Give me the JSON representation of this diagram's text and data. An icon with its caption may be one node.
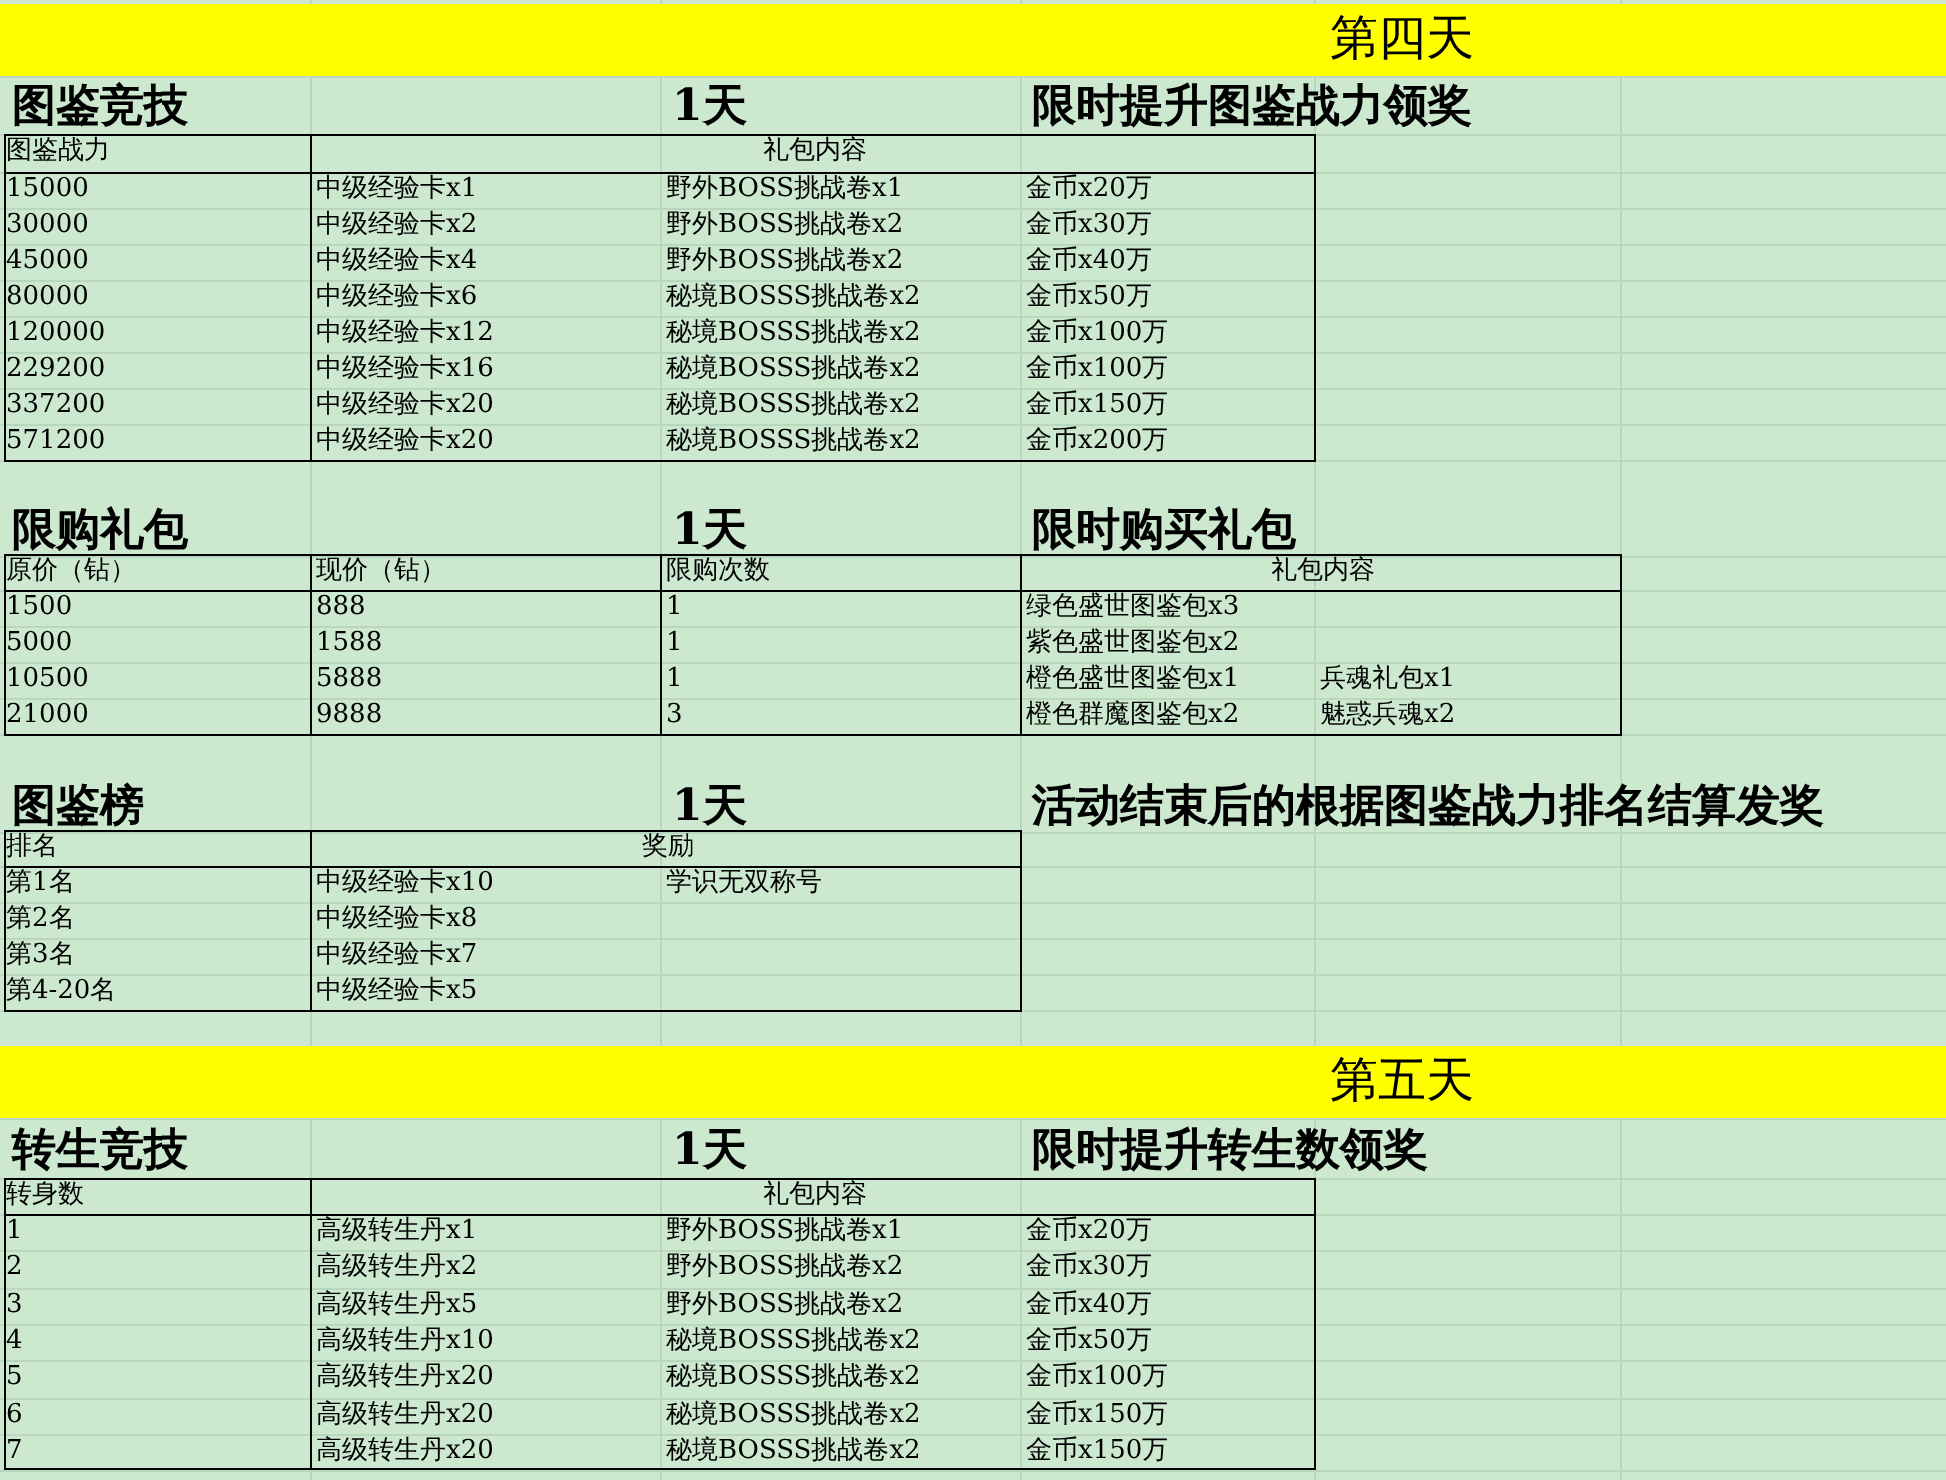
{
  "diagram": {
    "labels": [
      "第四天",
      "图鉴竞技",
      "1天",
      "限时提升图鉴战力领奖",
      "图鉴战力",
      "礼包内容",
      "15000",
      "中级经验卡x1",
      "野外BOSS挑战卷x1",
      "金币x20万",
      "30000",
      "中级经验卡x2",
      "野外BOSS挑战卷x2",
      "金币x30万",
      "45000",
      "中级经验卡x4",
      "野外BOSS挑战卷x2",
      "金币x40万",
      "80000",
      "中级经验卡x6",
      "秘境BOSSS挑战卷x2",
      "金币x50万",
      "120000",
      "中级经验卡x12",
      "秘境BOSSS挑战卷x2",
      "金币x100万",
      "229200",
      "中级经验卡x16",
      "秘境BOSSS挑战卷x2",
      "金币x100万",
      "337200",
      "中级经验卡x20",
      "秘境BOSSS挑战卷x2",
      "金币x150万",
      "571200",
      "中级经验卡x20",
      "秘境BOSSS挑战卷x2",
      "金币x200万",
      "限购礼包",
      "1天",
      "限时购买礼包",
      "原价（钻）",
      "现价（钻）",
      "限购次数",
      "礼包内容",
      "1500",
      "888",
      "1",
      "绿色盛世图鉴包x3",
      "5000",
      "1588",
      "1",
      "紫色盛世图鉴包x2",
      "10500",
      "5888",
      "1",
      "橙色盛世图鉴包x1",
      "兵魂礼包x1",
      "21000",
      "9888",
      "3",
      "橙色群魔图鉴包x2",
      "魅惑兵魂x2",
      "图鉴榜",
      "1天",
      "活动结束后的根据图鉴战力排名结算发奖",
      "排名",
      "奖励",
      "第1名",
      "中级经验卡x10",
      "学识无双称号",
      "第2名",
      "中级经验卡x8",
      "第3名",
      "中级经验卡x7",
      "第4-20名",
      "中级经验卡x5",
      "第五天",
      "转生竞技",
      "1天",
      "限时提升转生数领奖",
      "转身数",
      "礼包内容",
      "1",
      "高级转生丹x1",
      "野外BOSS挑战卷x1",
      "金币x20万",
      "2",
      "高级转生丹x2",
      "野外BOSS挑战卷x2",
      "金币x30万",
      "3",
      "高级转生丹x5",
      "野外BOSS挑战卷x2",
      "金币x40万",
      "4",
      "高级转生丹x10",
      "秘境BOSSS挑战卷x2",
      "金币x50万",
      "5",
      "高级转生丹x20",
      "秘境BOSSS挑战卷x2",
      "金币x100万",
      "6",
      "高级转生丹x20",
      "秘境BOSSS挑战卷x2",
      "金币x150万",
      "7",
      "高级转生丹x20",
      "秘境BOSSS挑战卷x2",
      "金币x150万"
    ]
  }
}
